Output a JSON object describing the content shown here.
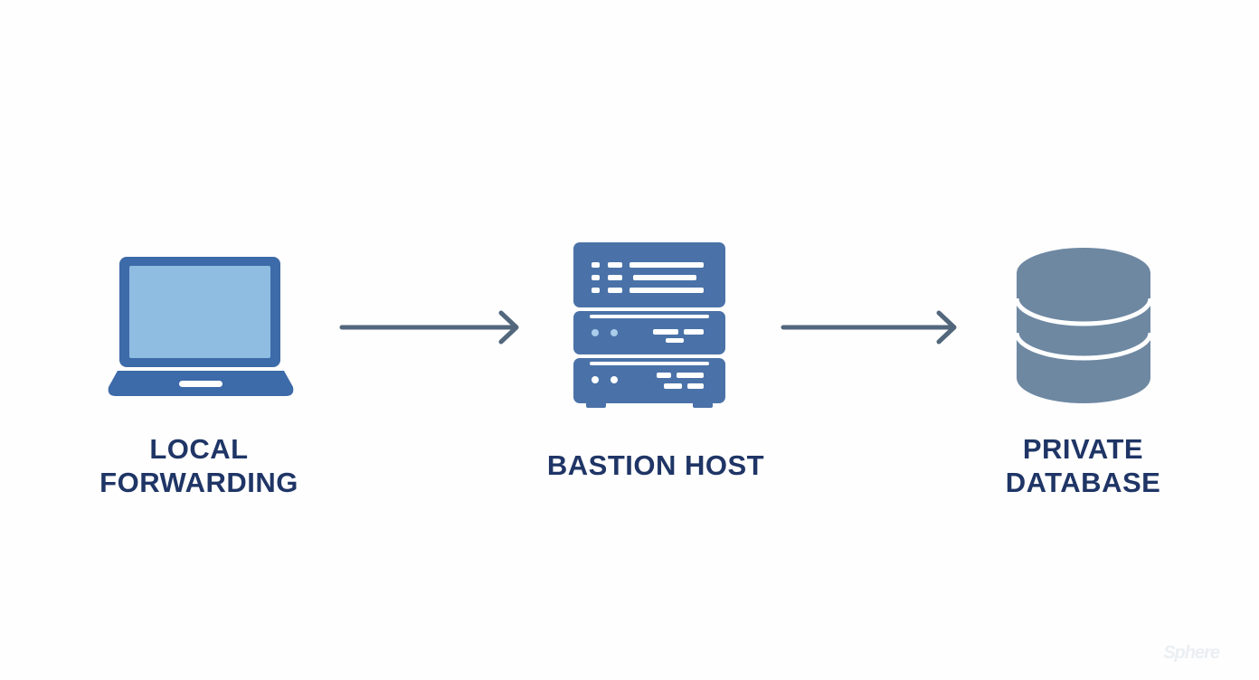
{
  "colors": {
    "background": "#fefefe",
    "label_text": "#1f3566",
    "arrow": "#52677c",
    "laptop_frame": "#3d6aa8",
    "laptop_screen": "#8fbde2",
    "server": "#4a72a8",
    "server_detail": "#ffffff",
    "server_led": "#a9cdea",
    "database": "#6e88a2",
    "watermark": "#e9edf1"
  },
  "nodes": [
    {
      "id": "local",
      "icon": "laptop-icon",
      "label_lines": [
        "LOCAL",
        "FORWARDING"
      ]
    },
    {
      "id": "bastion",
      "icon": "server-stack-icon",
      "label_lines": [
        "BASTION HOST"
      ]
    },
    {
      "id": "database",
      "icon": "database-icon",
      "label_lines": [
        "PRIVATE",
        "DATABASE"
      ]
    }
  ],
  "edges": [
    {
      "from": "local",
      "to": "bastion",
      "icon": "arrow-right-icon"
    },
    {
      "from": "bastion",
      "to": "database",
      "icon": "arrow-right-icon"
    }
  ],
  "watermark": {
    "text": "Sphere"
  }
}
